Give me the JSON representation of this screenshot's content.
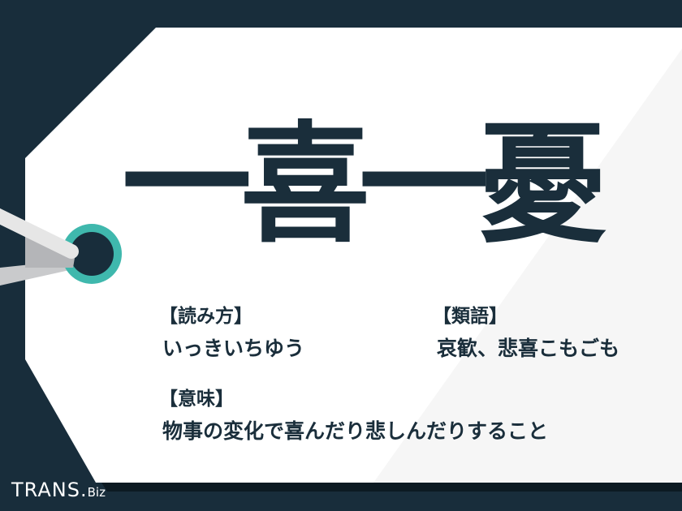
{
  "title": "一喜一憂",
  "reading": {
    "label": "【読み方】",
    "value": "いっきいちゆう"
  },
  "synonyms": {
    "label": "【類語】",
    "value": "哀歓、悲喜こもごも"
  },
  "meaning": {
    "label": "【意味】",
    "value": "物事の変化で喜んだり悲しんだりすること"
  },
  "logo": {
    "main": "TRANS.",
    "sub": "Biz"
  },
  "colors": {
    "background": "#182d3b",
    "tag": "#ffffff",
    "ring": "#3fb8ad"
  }
}
